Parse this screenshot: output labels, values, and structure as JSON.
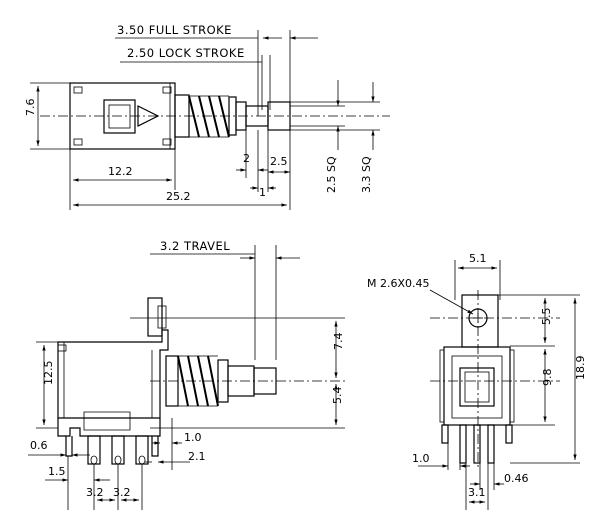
{
  "top_view": {
    "full_stroke": "3.50  FULL  STROKE",
    "lock_stroke": "2.50  LOCK  STROKE",
    "height": "7.6",
    "width_a": "12.2",
    "width_b": "25.2",
    "d2": "2",
    "d25": "2.5",
    "d1": "1",
    "sq25": "2.5  SQ",
    "sq33": "3.3  SQ"
  },
  "side_view": {
    "travel": "3.2  TRAVEL",
    "h125": "12.5",
    "h74": "7.4",
    "h54": "5.4",
    "d06": "0.6",
    "d15": "1.5",
    "d32a": "3.2",
    "d32b": "3.2",
    "d10": "1.0",
    "d21": "2.1"
  },
  "end_view": {
    "screw": "M 2.6X0.45",
    "w51": "5.1",
    "h55": "5.5",
    "h98": "9.8",
    "h189": "18.9",
    "d10": "1.0",
    "d31": "3.1",
    "d046": "0.46"
  }
}
